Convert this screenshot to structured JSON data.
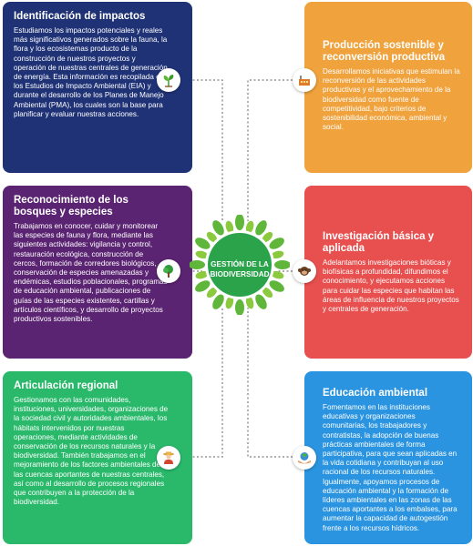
{
  "center": {
    "title_line1": "GESTIÓN DE LA",
    "title_line2": "BIODIVERSIDAD"
  },
  "colors": {
    "navy": "#1f3276",
    "purple": "#5b2472",
    "green": "#2ab96b",
    "orange": "#f0a23c",
    "red": "#e8504f",
    "blue": "#2b94e0",
    "hub": "#2ba34a"
  },
  "cards": [
    {
      "title": "Identificación de impactos",
      "body": "Estudiamos los impactos potenciales y reales más significativos generados sobre la fauna, la flora y los ecosistemas producto de la construcción de nuestros proyectos y operación de nuestras centrales de generación de energía. Esta información es recopilada en los Estudios de Impacto Ambiental (EIA) y durante el desarrollo de los Planes de Manejo Ambiental (PMA), los cuales son la base para planificar y evaluar nuestras acciones.",
      "icon": "plant-sprout-icon"
    },
    {
      "title": "Reconocimiento de los bosques y especies",
      "body": "Trabajamos en conocer, cuidar y monitorear las especies de fauna y flora, mediante las siguientes actividades: vigilancia y control, restauración ecológica, construcción de cercos, formación de corredores biológicos, conservación de especies amenazadas y endémicas, estudios poblacionales, programas de educación ambiental, publicaciones de guías de las especies existentes, cartillas y artículos científicos, y desarrollo de proyectos productivos sostenibles.",
      "icon": "tree-icon"
    },
    {
      "title": "Articulación regional",
      "body": "Gestionamos con las comunidades, instituciones, universidades, organizaciones de la sociedad civil y autoridades ambientales, los hábitats intervenidos por nuestras operaciones, mediante actividades de conservación de los recursos naturales y la biodiversidad. También trabajamos en el mejoramiento de los factores ambientales de las cuencas aportantes de nuestras centrales, así como al desarrollo de procesos regionales que contribuyen a la protección de la biodiversidad.",
      "icon": "farmer-icon"
    },
    {
      "title": "Producción sostenible y reconversión productiva",
      "body": "Desarrollamos iniciativas que estimulan la reconversión de las actividades productivas y el aprovechamiento de la biodiversidad como fuente de competitividad, bajo criterios de sostenibilidad económica, ambiental y social.",
      "icon": "factory-icon"
    },
    {
      "title": "Investigación básica y aplicada",
      "body": "Adelantamos investigaciones bióticas y biofísicas a profundidad, difundimos el conocimiento, y ejecutamos acciones para cuidar las especies que habitan las áreas de influencia de nuestros proyectos y centrales de generación.",
      "icon": "monkey-icon"
    },
    {
      "title": "Educación ambiental",
      "body": "Fomentamos en las instituciones educativas y organizaciones comunitarias, los trabajadores y contratistas, la adopción de buenas prácticas ambientales de forma participativa, para que sean aplicadas en la vida cotidiana y contribuyan al uso racional de los recursos naturales. Igualmente, apoyamos procesos de educación ambiental y la formación de líderes ambientales en las zonas de las cuencas aportantes a los embalses, para aumentar la capacidad de autogestión frente a los recursos hídricos.",
      "icon": "globe-hands-icon"
    }
  ]
}
